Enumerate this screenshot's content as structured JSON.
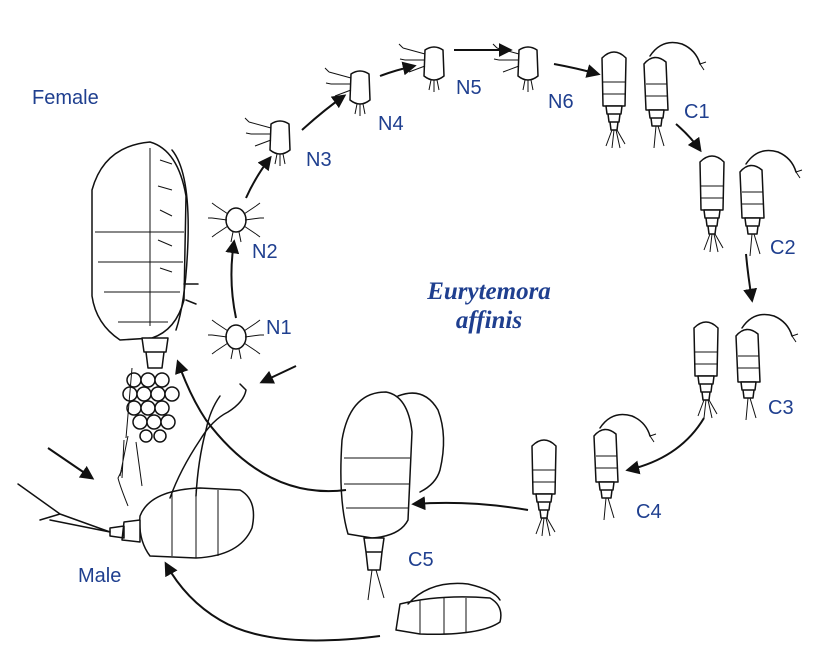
{
  "title": {
    "line1": "Eurytemora",
    "line2": "affinis"
  },
  "labels": {
    "female": "Female",
    "male": "Male",
    "n1": "N1",
    "n2": "N2",
    "n3": "N3",
    "n4": "N4",
    "n5": "N5",
    "n6": "N6",
    "c1": "C1",
    "c2": "C2",
    "c3": "C3",
    "c4": "C4",
    "c5": "C5"
  },
  "colors": {
    "label": "#1f3f8f",
    "ink": "#111111"
  },
  "icons": [
    "female-copepod-icon",
    "male-copepod-icon",
    "nauplius-icon",
    "copepodite-icon",
    "pointer-arrow-icon"
  ]
}
